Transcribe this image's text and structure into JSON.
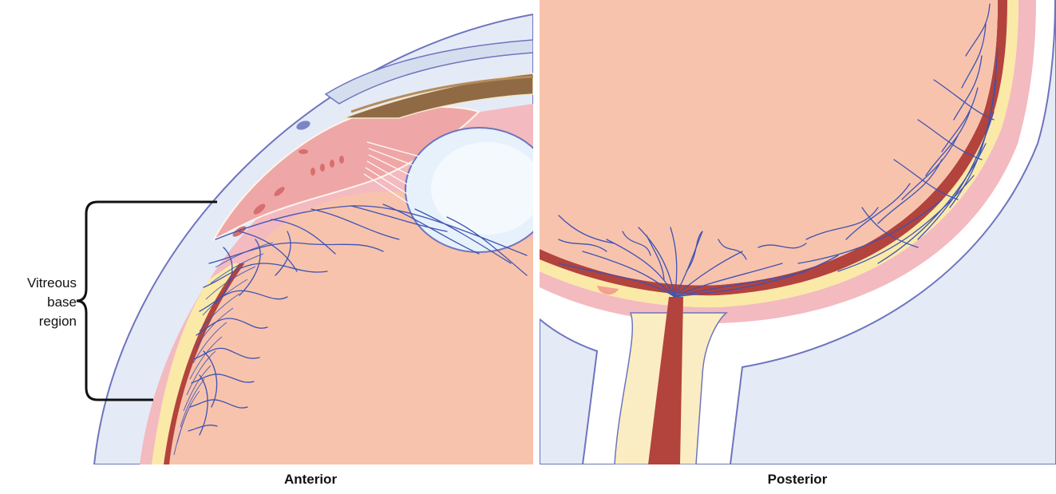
{
  "annotations": {
    "vitreous_base_label": [
      "Vitreous",
      "base",
      "region"
    ]
  },
  "captions": {
    "anterior": "Anterior",
    "posterior": "Posterior"
  },
  "colors": {
    "vitreous": "#f8c3ad",
    "sclera": "#e4ebf7",
    "outline": "#6e74bd",
    "choroid_pink": "#f3bac0",
    "retina_yellow": "#fbe9a8",
    "vessel_red": "#b3433d",
    "fibers": "#3d53b2",
    "ciliary_body": "#eea7a6",
    "iris_brown": "#8f6a45",
    "lens": "#e6f1fb"
  },
  "icons": {
    "bracket": "curly-bracket-icon"
  }
}
